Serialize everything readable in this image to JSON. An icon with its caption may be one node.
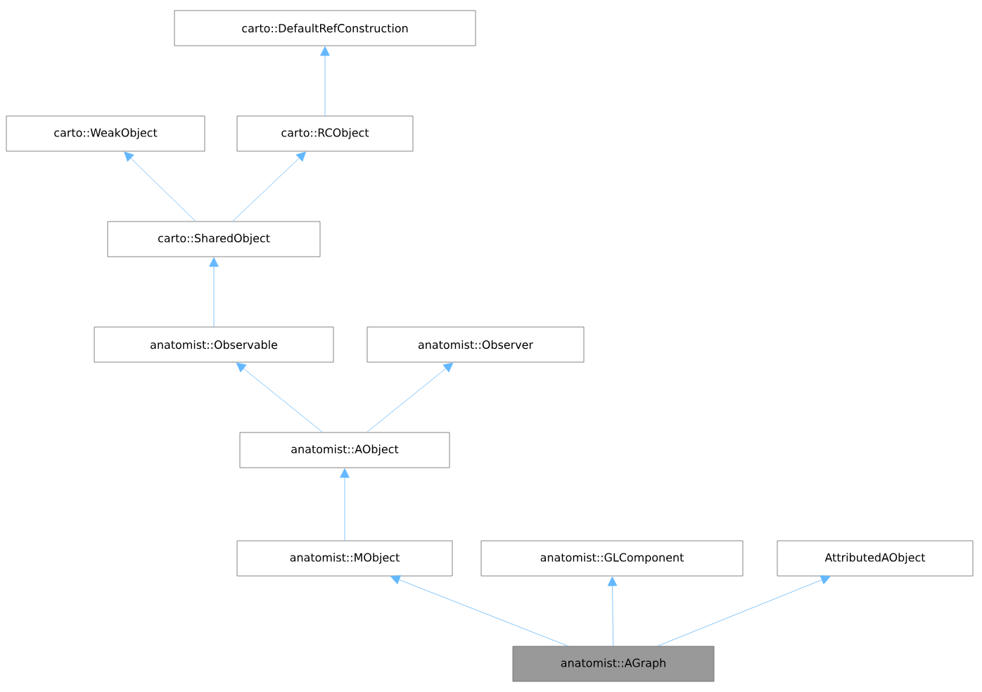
{
  "diagram": {
    "nodes": [
      {
        "text": [
          "carto::DefaultRefConstruction"
        ]
      },
      {
        "text": [
          "carto::WeakObject"
        ]
      },
      {
        "text": [
          "carto::RCObject"
        ]
      },
      {
        "text": [
          "carto::SharedObject"
        ]
      },
      {
        "text": [
          "anatomist::Observable"
        ]
      },
      {
        "text": [
          "anatomist::Observer"
        ]
      },
      {
        "text": [
          "anatomist::AObject"
        ]
      },
      {
        "text": [
          "anatomist::MObject"
        ]
      },
      {
        "text": [
          "anatomist::GLComponent"
        ]
      },
      {
        "text": [
          "AttributedAObject"
        ]
      },
      {
        "text": [
          "anatomist::AGraph"
        ]
      }
    ],
    "edges": [
      {
        "from": 2,
        "to": 0,
        "arrow": "to"
      },
      {
        "from": 3,
        "to": 1,
        "arrow": "to"
      },
      {
        "from": 3,
        "to": 2,
        "arrow": "to"
      },
      {
        "from": 4,
        "to": 3,
        "arrow": "to"
      },
      {
        "from": 6,
        "to": 4,
        "arrow": "to"
      },
      {
        "from": 6,
        "to": 5,
        "arrow": "to"
      },
      {
        "from": 7,
        "to": 6,
        "arrow": "to"
      },
      {
        "from": 10,
        "to": 7,
        "arrow": "to"
      },
      {
        "from": 10,
        "to": 8,
        "arrow": "to"
      },
      {
        "from": 10,
        "to": 9,
        "arrow": "to"
      }
    ]
  }
}
